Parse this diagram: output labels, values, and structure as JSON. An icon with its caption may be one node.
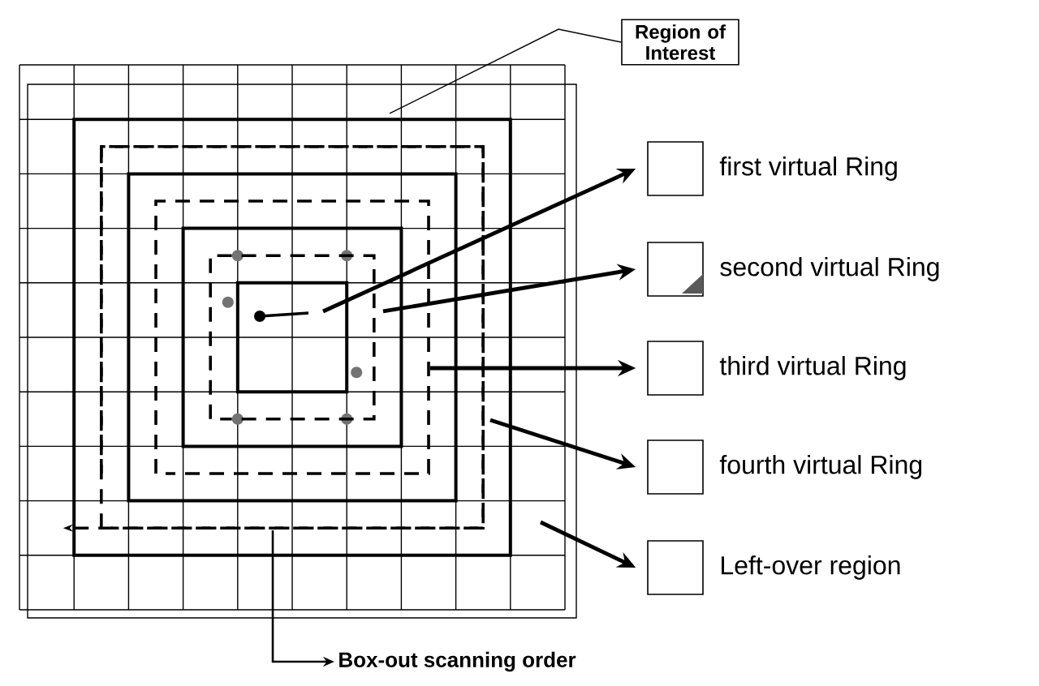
{
  "diagram": {
    "nodes": [
      {
        "text": [
          "Region of Interest"
        ]
      },
      {
        "text": [
          "first virtual Ring"
        ]
      },
      {
        "text": [
          "second virtual Ring"
        ]
      },
      {
        "text": [
          "third virtual Ring"
        ]
      },
      {
        "text": [
          "fourth virtual Ring"
        ]
      },
      {
        "text": [
          "Left-over region"
        ]
      },
      {
        "text": [
          "Box-out scanning order"
        ]
      }
    ],
    "edges": [
      {
        "from": 0,
        "to": null,
        "arrow": "none"
      },
      {
        "from": null,
        "to": 1,
        "arrow": "to"
      },
      {
        "from": null,
        "to": 2,
        "arrow": "to"
      },
      {
        "from": null,
        "to": 3,
        "arrow": "to"
      },
      {
        "from": null,
        "to": 4,
        "arrow": "to"
      },
      {
        "from": null,
        "to": 5,
        "arrow": "to"
      },
      {
        "from": null,
        "to": 6,
        "arrow": "to"
      }
    ]
  }
}
